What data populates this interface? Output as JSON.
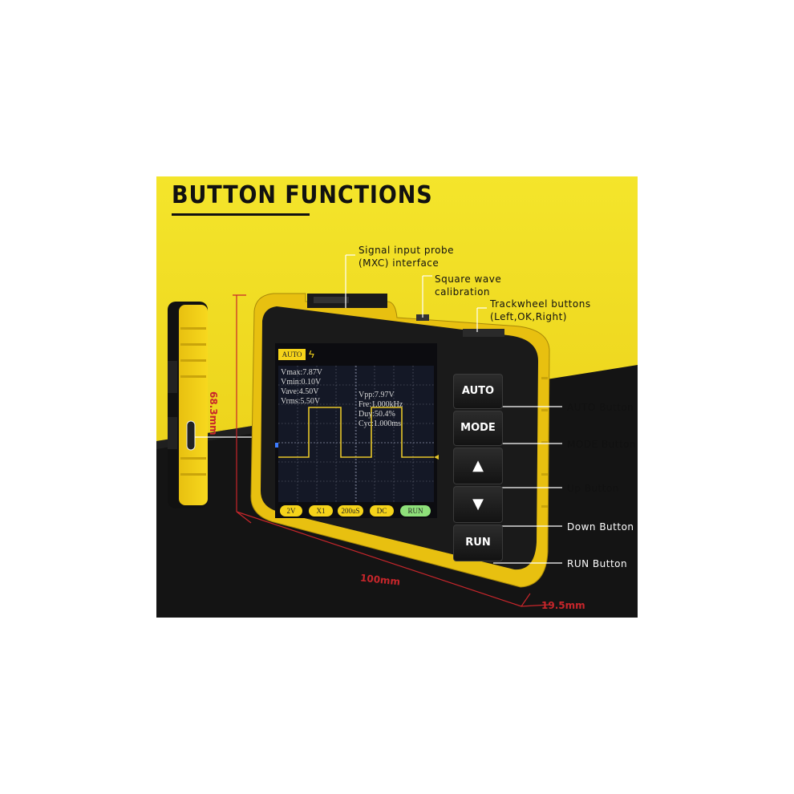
{
  "heading": "BUTTON FUNCTIONS",
  "callouts": {
    "probe": [
      "Signal input probe",
      "(MXC) interface"
    ],
    "square": [
      "Square wave",
      "calibration"
    ],
    "trackwheel": [
      "Trackwheel buttons",
      "(Left,OK,Right)"
    ],
    "auto": "AUTO Button",
    "mode": "MODE Button",
    "up": "Up Button",
    "down": "Down Button",
    "run": "RUN Button"
  },
  "dimensions": {
    "height": "68.3mm",
    "width": "100mm",
    "depth": "19.5mm"
  },
  "screen": {
    "mode_tab": "AUTO",
    "left_readouts": [
      "Vmax:7.87V",
      "Vmin:0.10V",
      "Vave:4.50V",
      "Vrms:5.50V"
    ],
    "right_readouts": [
      "Vpp:7.97V",
      "Fre:1.000kHz",
      "Duy:50.4%",
      "Cyc:1.000ms"
    ],
    "bottom_pills": [
      "2V",
      "X1",
      "200uS",
      "DC",
      "RUN"
    ]
  },
  "hardware_buttons": {
    "auto": "AUTO",
    "mode": "MODE",
    "up": "▲",
    "down": "▼",
    "run": "RUN"
  },
  "colors": {
    "yellow": "#f2df1f",
    "dark": "#1a1a1a",
    "dimension_red": "#c8262b"
  }
}
